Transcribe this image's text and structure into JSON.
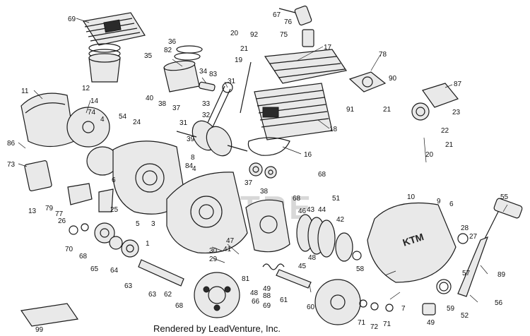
{
  "diagram": {
    "footer_text": "Rendered by LeadVenture, Inc.",
    "callouts": [
      "1",
      "3",
      "4",
      "5",
      "6",
      "7",
      "8",
      "9",
      "10",
      "11",
      "12",
      "13",
      "14",
      "16",
      "17",
      "18",
      "19",
      "20",
      "21",
      "22",
      "23",
      "24",
      "25",
      "26",
      "27",
      "28",
      "29",
      "30",
      "31",
      "32",
      "33",
      "34",
      "35",
      "36",
      "37",
      "38",
      "39",
      "40",
      "41",
      "42",
      "43",
      "44",
      "45",
      "46",
      "47",
      "48",
      "49",
      "51",
      "52",
      "54",
      "55",
      "56",
      "57",
      "58",
      "59",
      "60",
      "61",
      "62",
      "63",
      "64",
      "65",
      "66",
      "67",
      "68",
      "69",
      "70",
      "71",
      "72",
      "73",
      "74",
      "75",
      "76",
      "77",
      "78",
      "79",
      "81",
      "82",
      "83",
      "84",
      "86",
      "87",
      "88",
      "89",
      "90",
      "91",
      "92",
      "99"
    ]
  }
}
